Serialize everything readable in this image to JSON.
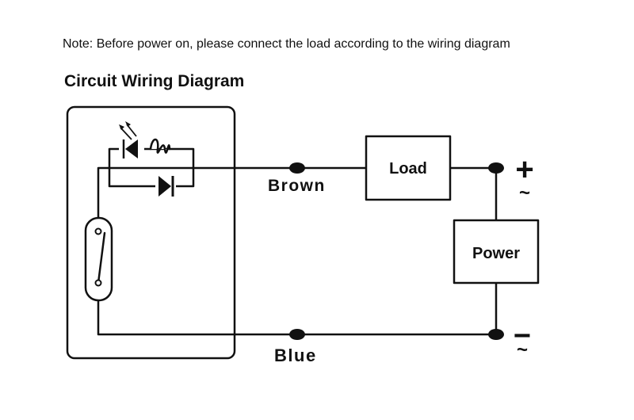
{
  "note": "Note: Before power on, please connect the load according to the wiring diagram",
  "title": "Circuit Wiring Diagram",
  "wires": {
    "brown": "Brown",
    "blue": "Blue"
  },
  "blocks": {
    "load": "Load",
    "power": "Power"
  },
  "terminals": {
    "positive": "+",
    "negative": "−",
    "ac_symbol": "~"
  },
  "colors": {
    "line": "#111111"
  }
}
